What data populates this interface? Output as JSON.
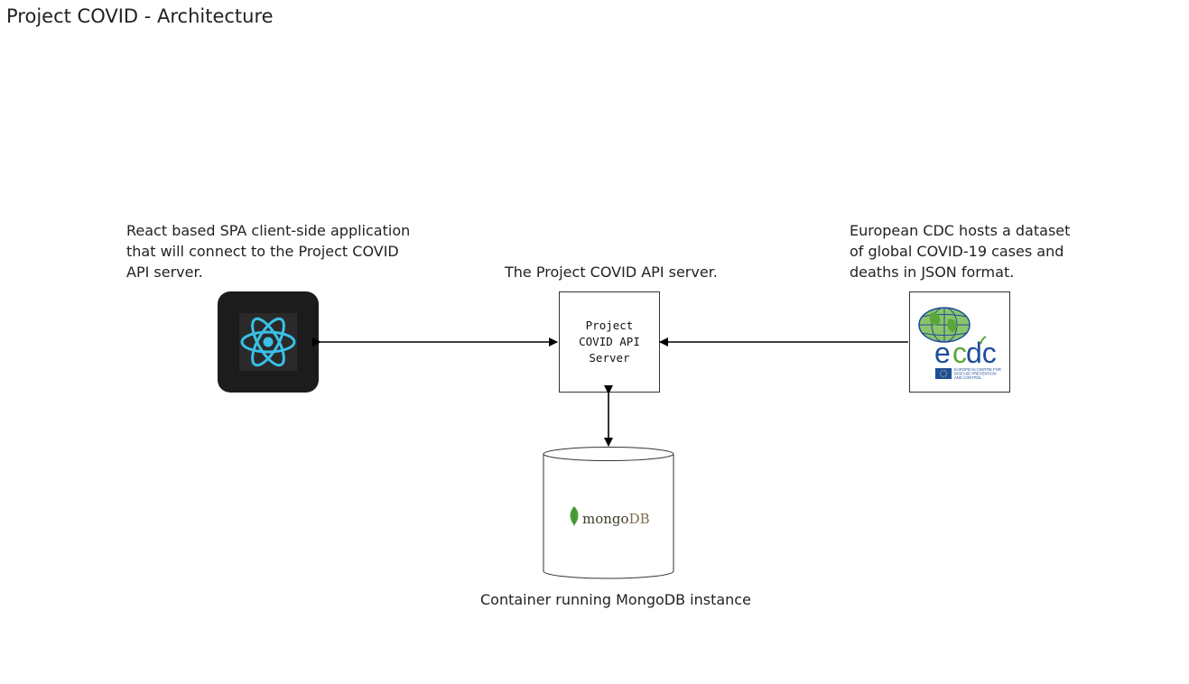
{
  "title": "Project COVID - Architecture",
  "captions": {
    "react": "React based SPA client-side application that will connect to the Project COVID API server.",
    "api": "The Project COVID API server.",
    "ecdc": "European CDC hosts a dataset of global COVID-19  cases and deaths in JSON format.",
    "mongo": "Container running MongoDB instance"
  },
  "api_box": {
    "label": "Project\nCOVID API\nServer"
  },
  "logos": {
    "react": "react-logo-icon",
    "ecdc": "ecdc-logo",
    "mongodb": "mongodb-logo",
    "mongodb_text_part1": "mongo",
    "mongodb_text_part2": "DB",
    "ecdc_wordmark": "ecdc",
    "ecdc_subtitle": [
      "EUROPEAN CENTRE FOR",
      "DISEASE PREVENTION",
      "AND CONTROL"
    ]
  },
  "colors": {
    "react_blue": "#39c0e6",
    "react_tile": "#1c1c1c",
    "ecdc_blue": "#1c4e9c",
    "ecdc_green": "#5aa63a",
    "mongo_leaf": "#4a9d3a"
  }
}
